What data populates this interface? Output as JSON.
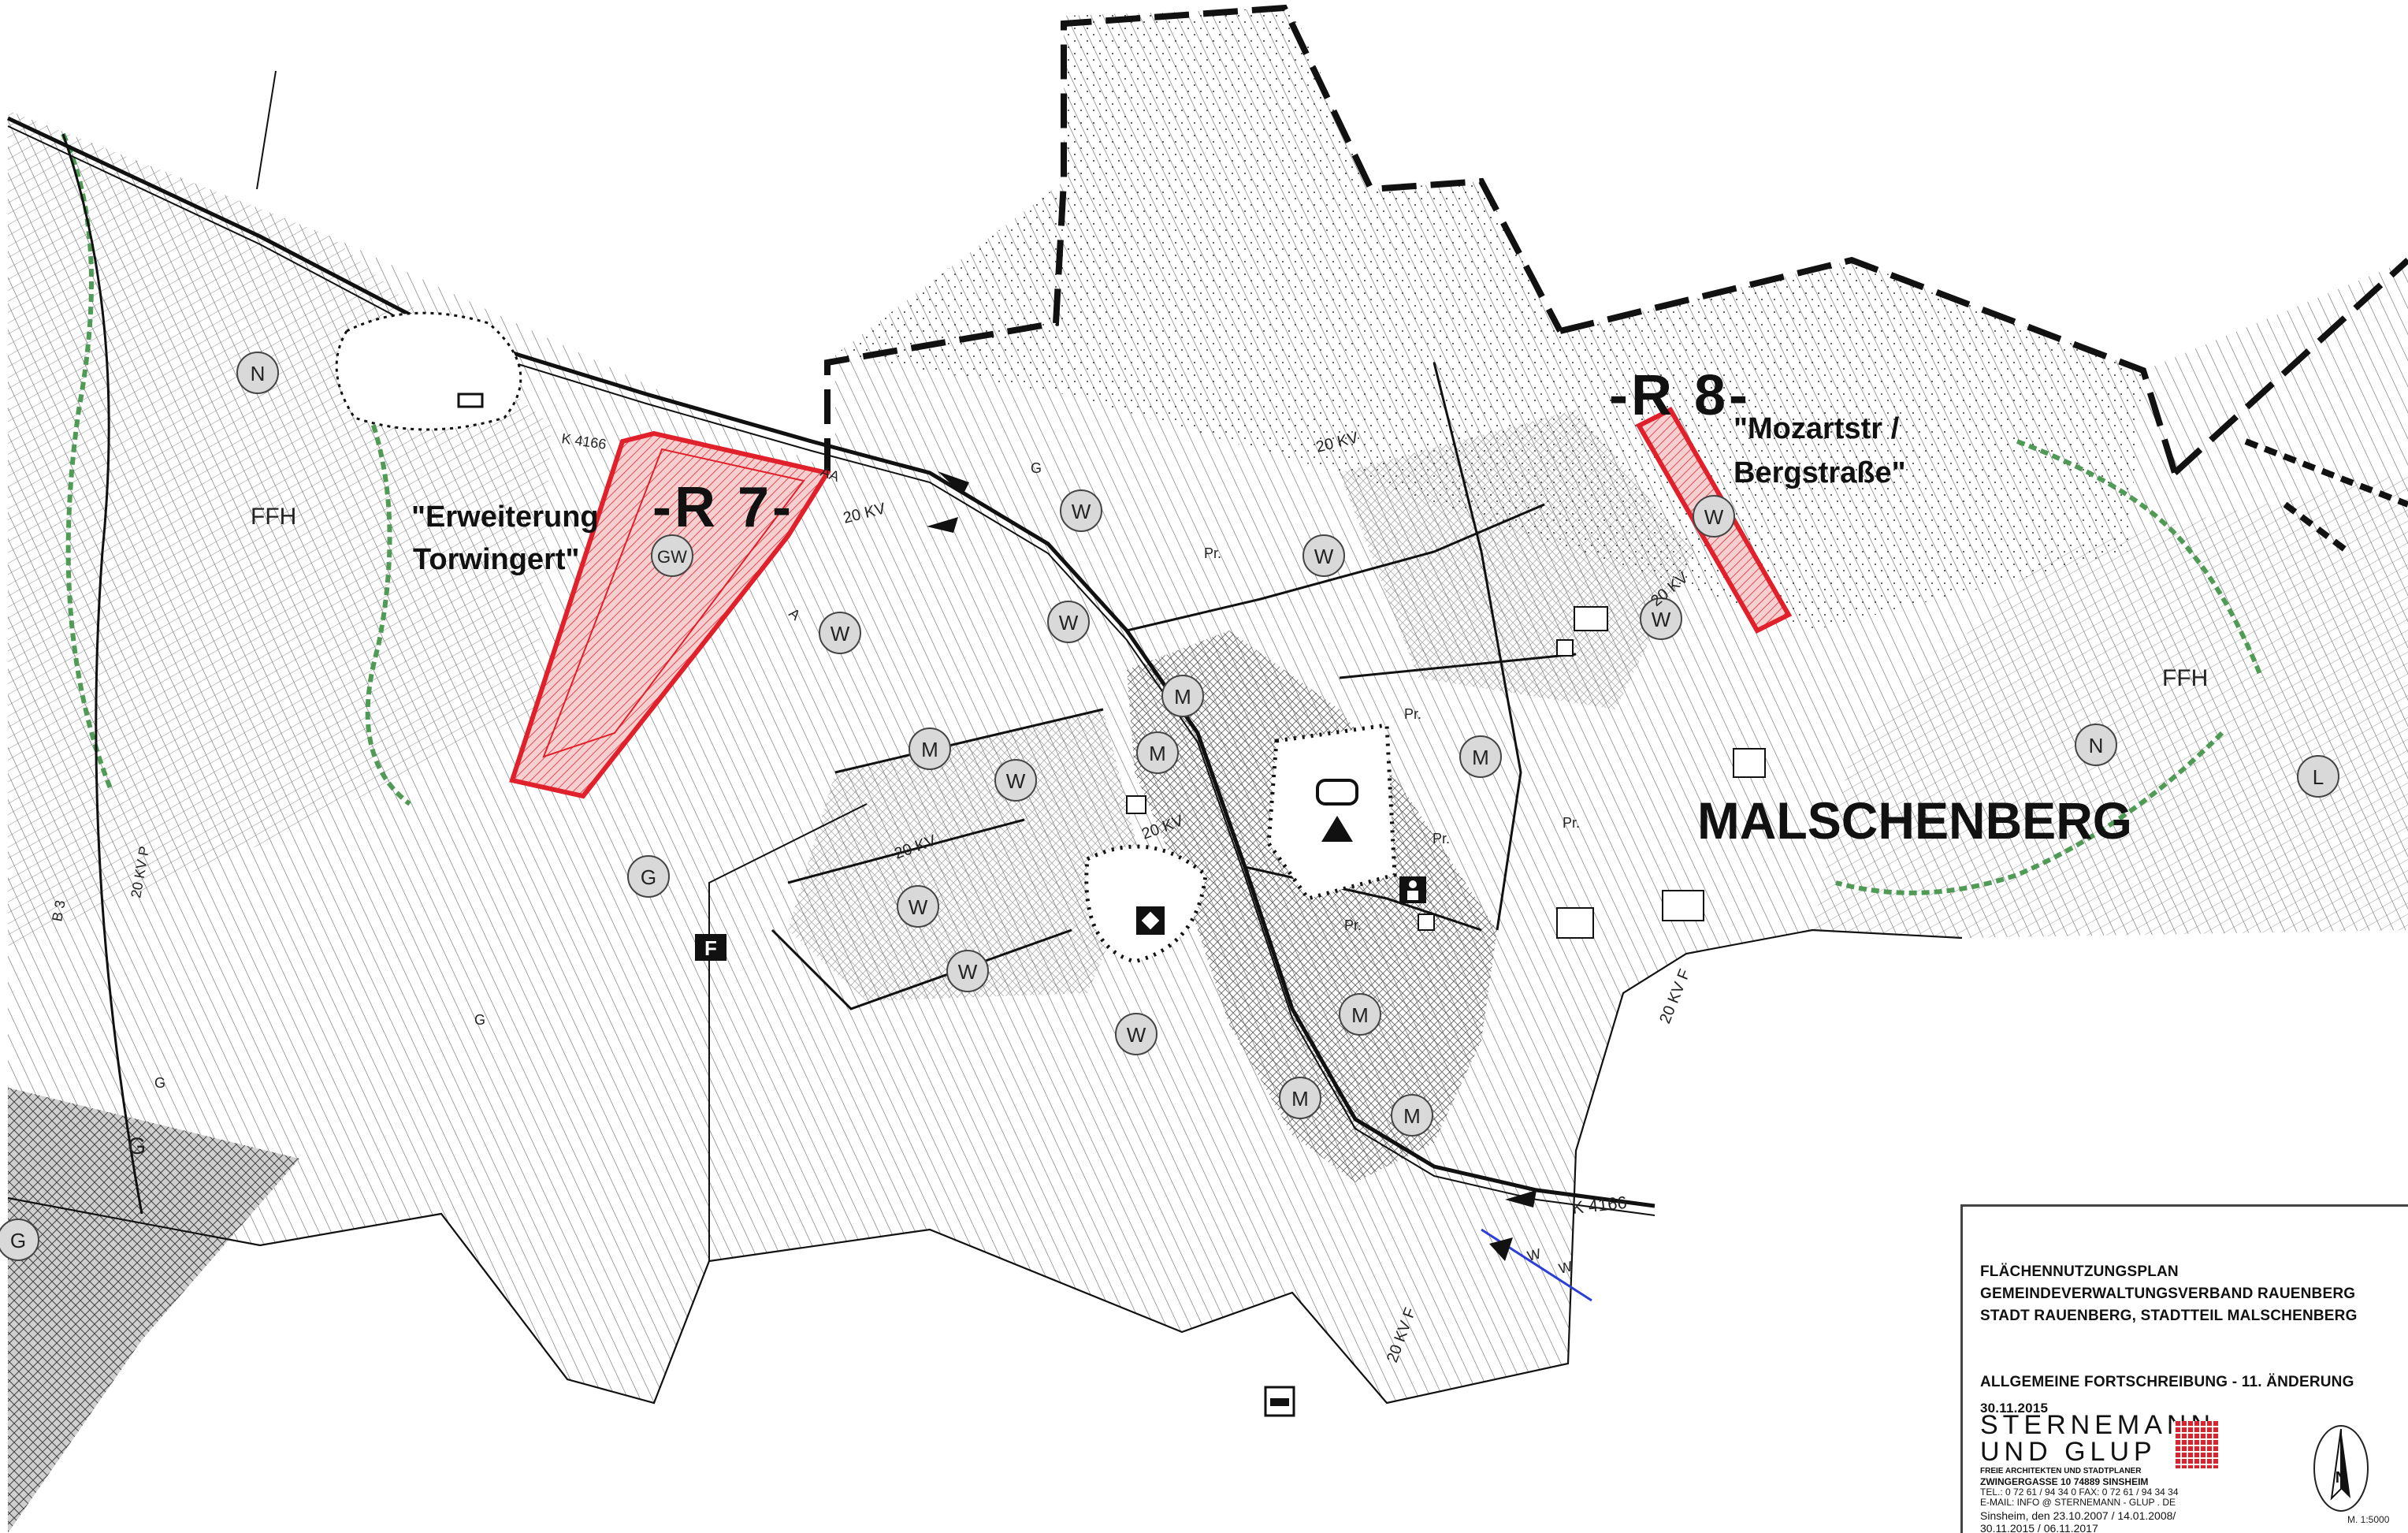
{
  "map": {
    "place_name": "MALSCHENBERG",
    "areas": [
      {
        "id": "R7",
        "code": "-R 7-",
        "label_line1": "\"Erweiterung",
        "label_line2": "Torwingert\""
      },
      {
        "id": "R8",
        "code": "-R 8-",
        "label_line1": "\"Mozartstr /",
        "label_line2": "Bergstraße\""
      }
    ],
    "road_labels": [
      "K 4166",
      "K 4166"
    ],
    "line_labels": [
      "20 KV",
      "20 KV",
      "20 KV",
      "20 KV",
      "20 KV P",
      "20 KV F",
      "20 KV F",
      "20 KV"
    ],
    "letter_labels": [
      "G",
      "G",
      "G",
      "G",
      "A",
      "AA",
      "B 3",
      "W",
      "W"
    ],
    "ffh_labels": [
      "FFH",
      "FFH"
    ],
    "pr_labels": [
      "Pr.",
      "Pr.",
      "Pr.",
      "Pr.",
      "Pr."
    ],
    "zones": {
      "W": "W",
      "M": "M",
      "G": "G",
      "N": "N",
      "L": "L",
      "GW": "GW"
    },
    "symbols": {
      "F": "F"
    },
    "colors": {
      "line": "#222222",
      "hatch": "#555555",
      "highlight": "#e0202a",
      "highlight_fill": "#f2c6c6",
      "green_edge": "#4f9a55",
      "circle_fill": "#d9d9d9"
    }
  },
  "title_block": {
    "line1": "FLÄCHENNUTZUNGSPLAN",
    "line2": "GEMEINDEVERWALTUNGSVERBAND RAUENBERG",
    "line3": "STADT RAUENBERG, STADTTEIL MALSCHENBERG",
    "line4": "ALLGEMEINE FORTSCHREIBUNG - 11. ÄNDERUNG",
    "date": "30.11.2015",
    "brand1": "STERNEMANN",
    "brand2": "UND GLUP",
    "firm_sub": "FREIE ARCHITEKTEN UND STADTPLANER",
    "address": "ZWINGERGASSE 10   74889 SINSHEIM",
    "phone": "TEL.: 0 72 61 / 94 34 0   FAX: 0 72 61 / 94 34 34",
    "email": "E-MAIL:  INFO @ STERNEMANN - GLUP . DE",
    "dates_line1": "Sinsheim, den 23.10.2007 / 14.01.2008/",
    "dates_line2": "30.11.2015 / 06.11.2017",
    "north_letter": "N",
    "scale": "M. 1:5000"
  }
}
